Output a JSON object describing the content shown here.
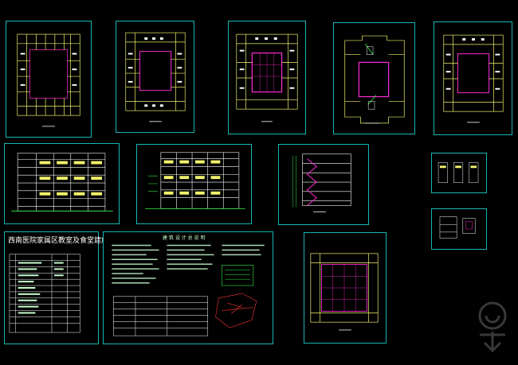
{
  "colors": {
    "frame": "#17b7b3",
    "wall": "#f2f26b",
    "accent": "#ff2bd6",
    "green": "#35f04a",
    "cyan": "#33e0ff",
    "white": "#ffffff",
    "red": "#ff3333"
  },
  "sheets": [
    {
      "id": "plan-1",
      "kind": "floorplan"
    },
    {
      "id": "plan-2",
      "kind": "floorplan"
    },
    {
      "id": "plan-3",
      "kind": "floorplan"
    },
    {
      "id": "plan-4",
      "kind": "floorplan-alt"
    },
    {
      "id": "plan-5",
      "kind": "floorplan"
    },
    {
      "id": "elevation-1",
      "kind": "elevation"
    },
    {
      "id": "elevation-2",
      "kind": "elevation"
    },
    {
      "id": "section-1",
      "kind": "section"
    },
    {
      "id": "detail-1",
      "kind": "detail"
    },
    {
      "id": "detail-2",
      "kind": "detail"
    },
    {
      "id": "drawing-index",
      "kind": "index"
    },
    {
      "id": "design-notes",
      "kind": "notes"
    },
    {
      "id": "roof-plan",
      "kind": "roofplan"
    }
  ],
  "index": {
    "title": "西南医院家属区教室及食堂建施图纸目录"
  },
  "notes": {
    "title": "建 筑 设 计 总 说 明"
  },
  "watermark": {
    "icon": "watermark-logo"
  }
}
